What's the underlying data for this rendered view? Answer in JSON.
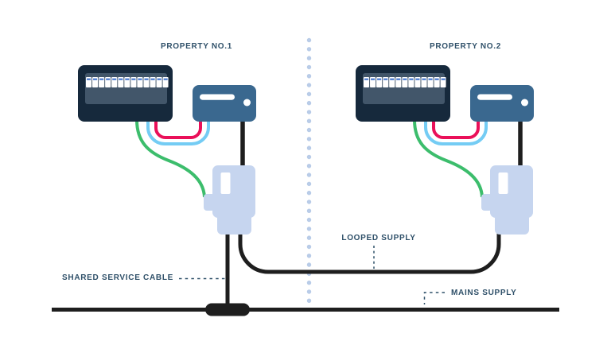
{
  "properties": [
    {
      "label": "PROPERTY NO.1"
    },
    {
      "label": "PROPERTY NO.2"
    }
  ],
  "annotations": {
    "shared_service_cable": {
      "label": "SHARED SERVICE CABLE"
    },
    "looped_supply": {
      "label": "LOOPED SUPPLY"
    },
    "mains_supply": {
      "label": "MAINS SUPPLY"
    }
  },
  "components": {
    "consumer_unit": {
      "breaker_count": 13
    }
  },
  "colors": {
    "background": "#ffffff",
    "consumer_unit_body": "#16293c",
    "consumer_unit_panel": "#42566a",
    "breaker_white": "#ffffff",
    "breaker_stripe": "#4a79cf",
    "meter_body": "#3a688f",
    "meter_display": "#ffffff",
    "service_head": "#c6d5ef",
    "cable_green": "#3cbd6c",
    "cable_blue": "#74ccf4",
    "cable_pink": "#ea1059",
    "cable_black": "#1e1e1e",
    "divider_dot": "#b9cce8",
    "label_text": "#2f5069"
  }
}
